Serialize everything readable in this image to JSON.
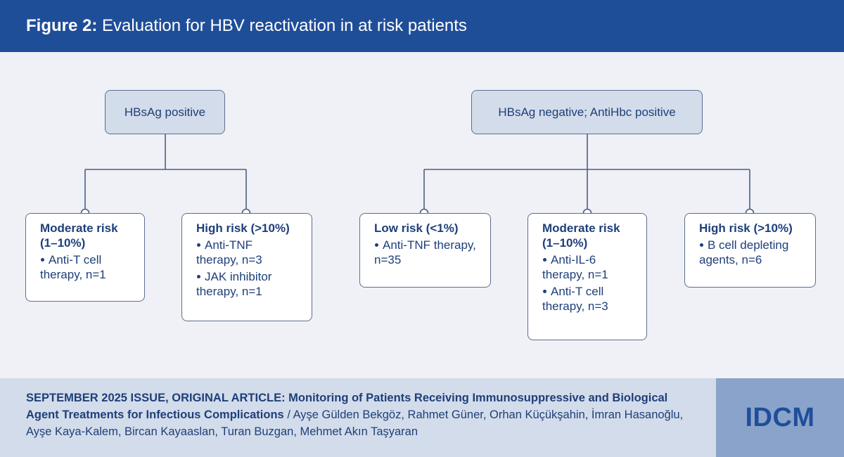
{
  "header": {
    "figure_label": "Figure 2:",
    "title": "Evaluation for HBV reactivation in at risk patients"
  },
  "diagram": {
    "left_root": {
      "label": "HBsAg positive"
    },
    "right_root": {
      "label": "HBsAg negative; AntiHbc positive"
    },
    "leaves": [
      {
        "title": "Moderate risk (1–10%)",
        "items": [
          "Anti-T cell therapy, n=1"
        ]
      },
      {
        "title": "High risk (>10%)",
        "items": [
          "Anti-TNF therapy, n=3",
          "JAK inhibitor therapy, n=1"
        ]
      },
      {
        "title": "Low risk (<1%)",
        "items": [
          "Anti-TNF therapy, n=35"
        ]
      },
      {
        "title": "Moderate risk (1–10%)",
        "items": [
          "Anti-IL-6 therapy, n=1",
          "Anti-T cell therapy, n=3"
        ]
      },
      {
        "title": "High risk (>10%)",
        "items": [
          "B cell depleting agents, n=6"
        ]
      }
    ]
  },
  "footer": {
    "issue_label": "SEPTEMBER 2025 ISSUE, ORIGINAL ARTICLE:",
    "article_title": "Monitoring of Patients Receiving Immunosuppressive and Biological Agent Treatments for Infectious Complications",
    "authors": "/ Ayşe Gülden Bekgöz, Rahmet Güner, Orhan Küçükşahin, İmran Hasanoğlu, Ayşe Kaya-Kalem, Bircan Kayaaslan, Turan Buzgan, Mehmet Akın Taşyaran",
    "logo": "IDCM"
  },
  "colors": {
    "header_bg": "#1f4e99",
    "root_box_bg": "#d3dcea",
    "footer_bg": "#d3dcea",
    "logo_bg": "#8aa3cb",
    "text": "#1e3f7a"
  }
}
